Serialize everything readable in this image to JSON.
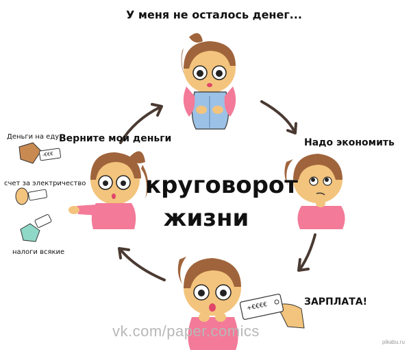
{
  "captions": {
    "top": "У меня не осталось денег...",
    "right": "Надо экономить",
    "bottom": "ЗАРПЛАТА!",
    "left": "Верните мои деньги"
  },
  "center": {
    "line1": "круговорот",
    "line2": "жизни"
  },
  "bills": [
    {
      "label": "Деньги на еду"
    },
    {
      "label": "счет за электричество"
    },
    {
      "label": "налоги всякие"
    }
  ],
  "ticket_text": "+€€€€",
  "small_ticket_text": "-€€€",
  "watermark": "vk.com/paper.comics",
  "site": "pikabu.ru",
  "colors": {
    "skin": "#f3c47d",
    "hair": "#a0643c",
    "shirt_pink": "#f37a98",
    "pants_blue": "#9cc1e6",
    "mouth": "#e0456a",
    "arrow": "#4a3a32"
  }
}
